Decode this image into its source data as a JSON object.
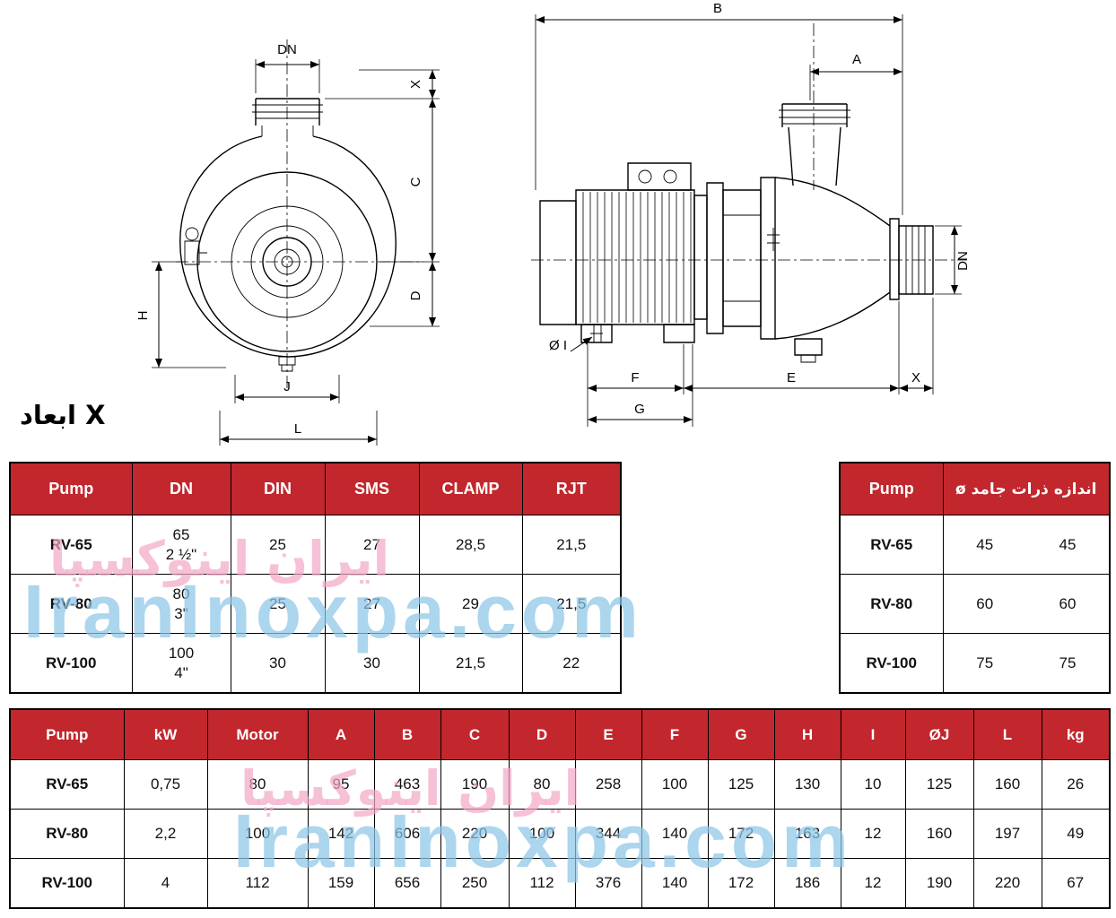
{
  "heading": {
    "dimensions_label": "ابعاد X"
  },
  "watermark": {
    "latin": "IranInoxpa.com",
    "persian": "ایران اینوکسپا"
  },
  "colors": {
    "header_red": "#c1272d",
    "pump_red": "#c1272d",
    "watermark_blue": "#8cc5e8",
    "watermark_pink": "#f2a6c5"
  },
  "drawings": {
    "left": {
      "labels": {
        "dn": "DN",
        "x": "X",
        "c": "C",
        "d": "D",
        "h": "H",
        "j": "J",
        "l": "L"
      }
    },
    "right": {
      "labels": {
        "b": "B",
        "a": "A",
        "dn": "DN",
        "x": "X",
        "e": "E",
        "f": "F",
        "g": "G",
        "oi": "Ø I"
      }
    }
  },
  "connection_table": {
    "headers": [
      "Pump",
      "DN",
      "DIN",
      "SMS",
      "CLAMP",
      "RJT"
    ],
    "rows": [
      [
        "RV-65",
        "65\n2 ½\"",
        "25",
        "27",
        "28,5",
        "21,5"
      ],
      [
        "RV-80",
        "80\n3\"",
        "25",
        "27",
        "29",
        "21,5"
      ],
      [
        "RV-100",
        "100\n4\"",
        "30",
        "30",
        "21,5",
        "22"
      ]
    ]
  },
  "particle_table": {
    "pump_header": "Pump",
    "size_header": "اندازه ذرات جامد ø",
    "rows": [
      [
        "RV-65",
        "45",
        "45"
      ],
      [
        "RV-80",
        "60",
        "60"
      ],
      [
        "RV-100",
        "75",
        "75"
      ]
    ]
  },
  "dimensions_table": {
    "headers": [
      "Pump",
      "kW",
      "Motor",
      "A",
      "B",
      "C",
      "D",
      "E",
      "F",
      "G",
      "H",
      "I",
      "ØJ",
      "L",
      "kg"
    ],
    "rows": [
      [
        "RV-65",
        "0,75",
        "80",
        "95",
        "463",
        "190",
        "80",
        "258",
        "100",
        "125",
        "130",
        "10",
        "125",
        "160",
        "26"
      ],
      [
        "RV-80",
        "2,2",
        "100",
        "142",
        "606",
        "220",
        "100",
        "344",
        "140",
        "172",
        "163",
        "12",
        "160",
        "197",
        "49"
      ],
      [
        "RV-100",
        "4",
        "112",
        "159",
        "656",
        "250",
        "112",
        "376",
        "140",
        "172",
        "186",
        "12",
        "190",
        "220",
        "67"
      ]
    ]
  }
}
